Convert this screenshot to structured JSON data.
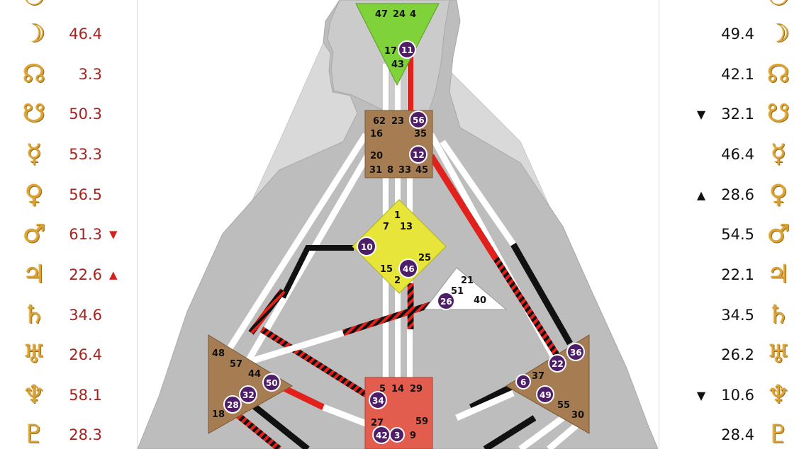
{
  "colors": {
    "personality": "#a6241f",
    "design": "#111111",
    "symbol": "#d9a33a"
  },
  "left_rows": [
    {
      "symbol": "☉",
      "value": "",
      "arrow": ""
    },
    {
      "symbol": "☽",
      "value": "46.4",
      "arrow": ""
    },
    {
      "symbol": "☊",
      "value": "3.3",
      "arrow": ""
    },
    {
      "symbol": "☋",
      "value": "50.3",
      "arrow": ""
    },
    {
      "symbol": "☿",
      "value": "53.3",
      "arrow": ""
    },
    {
      "symbol": "♀",
      "value": "56.5",
      "arrow": ""
    },
    {
      "symbol": "♂",
      "value": "61.3",
      "arrow": "▼"
    },
    {
      "symbol": "♃",
      "value": "22.6",
      "arrow": "▲"
    },
    {
      "symbol": "♄",
      "value": "34.6",
      "arrow": ""
    },
    {
      "symbol": "♅",
      "value": "26.4",
      "arrow": ""
    },
    {
      "symbol": "♆",
      "value": "58.1",
      "arrow": ""
    },
    {
      "symbol": "♇",
      "value": "28.3",
      "arrow": ""
    }
  ],
  "right_rows": [
    {
      "symbol": "☉",
      "value": "",
      "arrow": ""
    },
    {
      "symbol": "☽",
      "value": "49.4",
      "arrow": ""
    },
    {
      "symbol": "☊",
      "value": "42.1",
      "arrow": ""
    },
    {
      "symbol": "☋",
      "value": "32.1",
      "arrow": "▼"
    },
    {
      "symbol": "☿",
      "value": "46.4",
      "arrow": ""
    },
    {
      "symbol": "♀",
      "value": "28.6",
      "arrow": "▲"
    },
    {
      "symbol": "♂",
      "value": "54.5",
      "arrow": ""
    },
    {
      "symbol": "♃",
      "value": "22.1",
      "arrow": ""
    },
    {
      "symbol": "♄",
      "value": "34.5",
      "arrow": ""
    },
    {
      "symbol": "♅",
      "value": "26.2",
      "arrow": ""
    },
    {
      "symbol": "♆",
      "value": "10.6",
      "arrow": "▼"
    },
    {
      "symbol": "♇",
      "value": "28.4",
      "arrow": ""
    }
  ],
  "gates": {
    "g47": "47",
    "g24": "24",
    "g4": "4",
    "g17": "17",
    "g11": "11",
    "g43": "43",
    "g62": "62",
    "g23": "23",
    "g56": "56",
    "g16": "16",
    "g35": "35",
    "g20": "20",
    "g12": "12",
    "g31": "31",
    "g8": "8",
    "g33": "33",
    "g45": "45",
    "g1": "1",
    "g7": "7",
    "g13": "13",
    "g10": "10",
    "g25": "25",
    "g15": "15",
    "g46": "46",
    "g2": "2",
    "g21": "21",
    "g51": "51",
    "g26": "26",
    "g40": "40",
    "g48": "48",
    "g57": "57",
    "g44": "44",
    "g50": "50",
    "g32": "32",
    "g28": "28",
    "g18": "18",
    "g5": "5",
    "g14": "14",
    "g29": "29",
    "g34": "34",
    "g27": "27",
    "g59": "59",
    "g42": "42",
    "g3": "3",
    "g9": "9",
    "g36": "36",
    "g22": "22",
    "g6": "6",
    "g37": "37",
    "g49": "49",
    "g55": "55",
    "g30": "30"
  }
}
